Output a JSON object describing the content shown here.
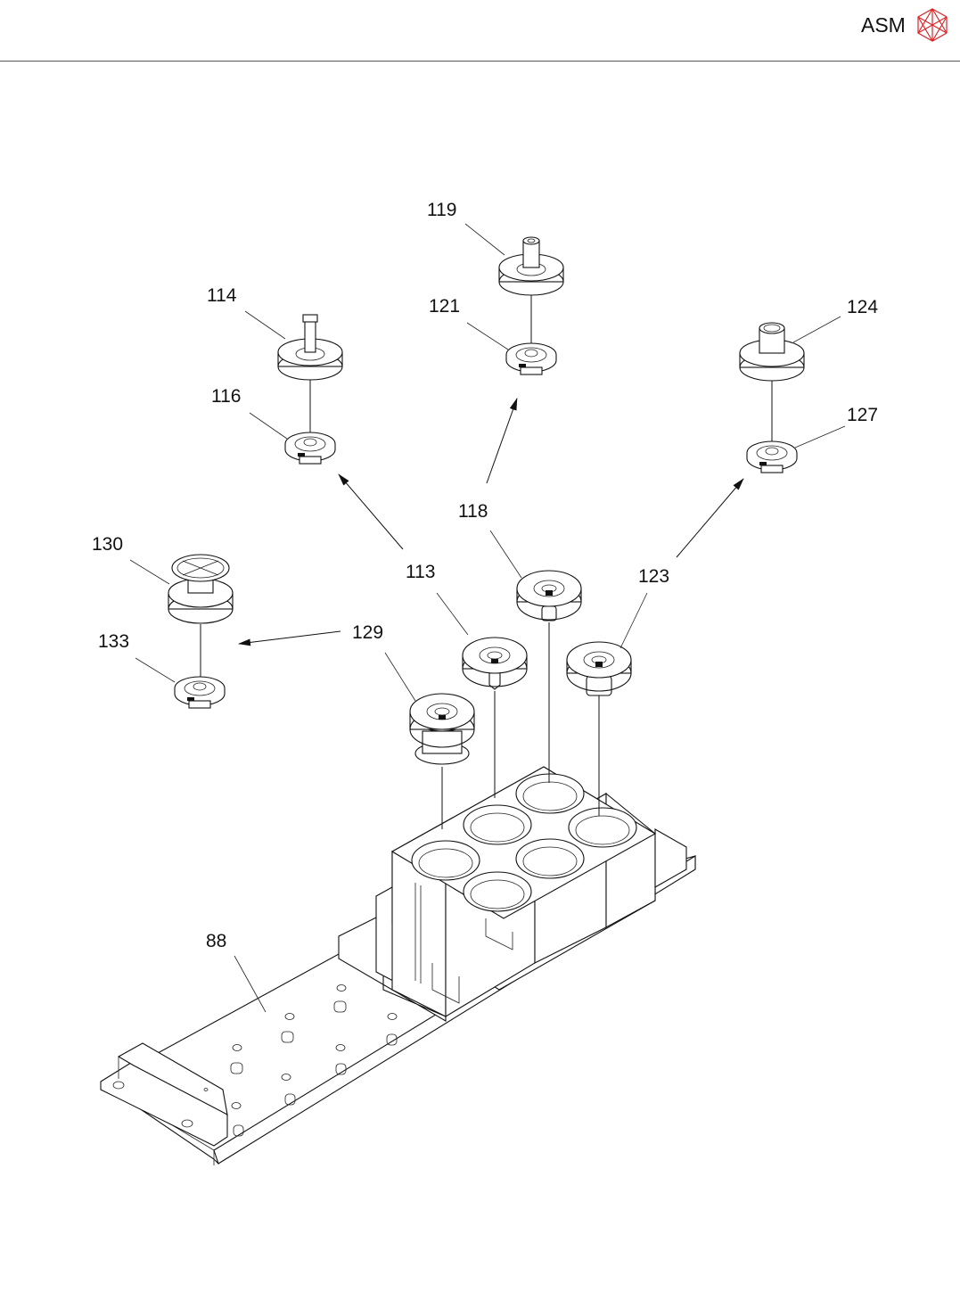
{
  "header": {
    "brand": "ASM",
    "logo_icon": "asm-cube-logo-icon",
    "brand_color": "#d9262a"
  },
  "drawing": {
    "type": "exploded-assembly-view",
    "callouts": {
      "c88": "88",
      "c113": "113",
      "c114": "114",
      "c116": "116",
      "c118": "118",
      "c119": "119",
      "c121": "121",
      "c123": "123",
      "c124": "124",
      "c127": "127",
      "c129": "129",
      "c130": "130",
      "c133": "133"
    }
  }
}
